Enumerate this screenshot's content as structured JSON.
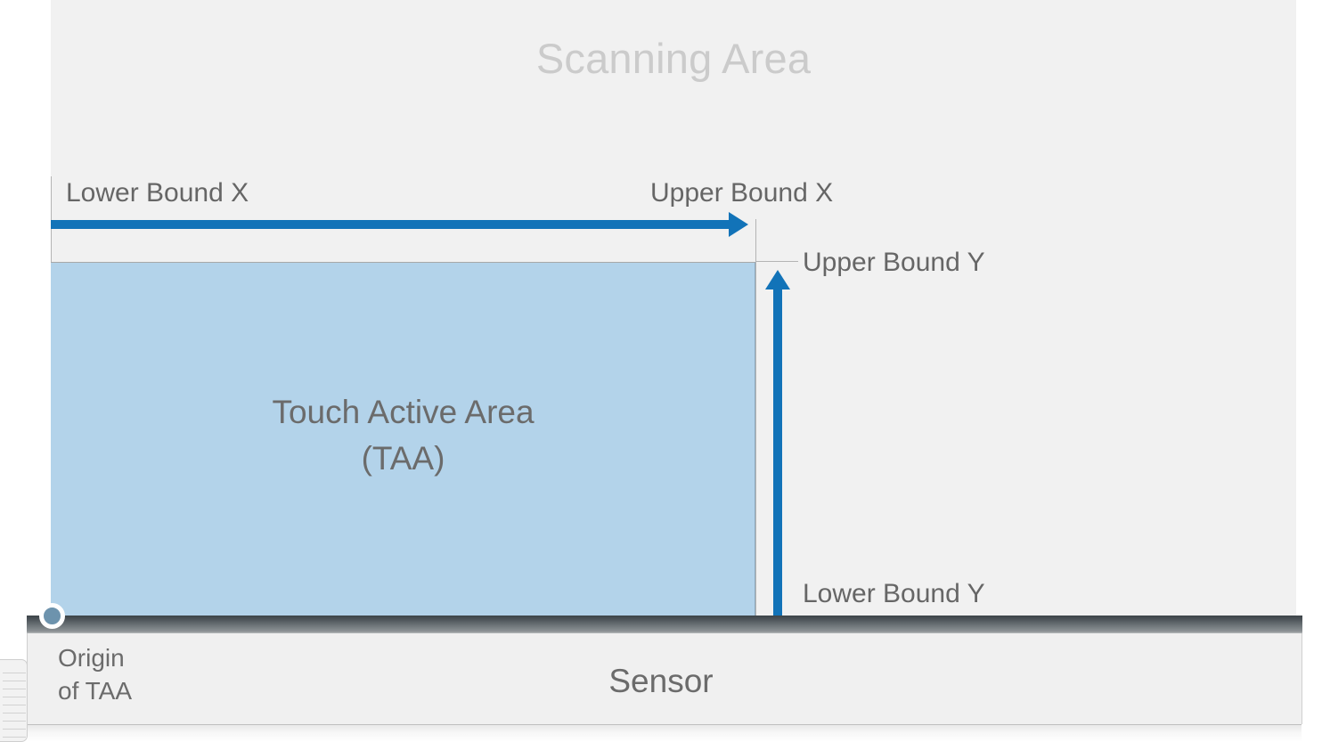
{
  "diagram": {
    "title": "Scanning Area",
    "regions": {
      "scanning_area_label": "Scanning Area",
      "touch_active_area_label": "Touch Active Area\n(TAA)",
      "sensor_label": "Sensor",
      "origin_label": "Origin\nof TAA"
    },
    "bounds": {
      "lower_x": "Lower Bound X",
      "upper_x": "Upper Bound X",
      "upper_y": "Upper Bound Y",
      "lower_y": "Lower Bound Y"
    },
    "colors": {
      "scanning_area_fill": "#f1f1f1",
      "scanning_area_title": "#cbcbcb",
      "taa_fill": "#b3d3ea",
      "arrow_blue": "#1273b8",
      "text_gray": "#666666",
      "label_gray": "#6b6b6b",
      "guide_line": "#b4b4b4",
      "origin_dot_fill": "#6d93ad",
      "sensor_edge_dark": "#3d4448",
      "sensor_body": "#f0f0f0"
    },
    "icons": {
      "x_axis_arrow": "arrow-right-icon",
      "y_axis_arrow": "arrow-up-icon",
      "origin_marker": "origin-dot-icon",
      "cable_connector": "cable-connector-icon"
    }
  }
}
